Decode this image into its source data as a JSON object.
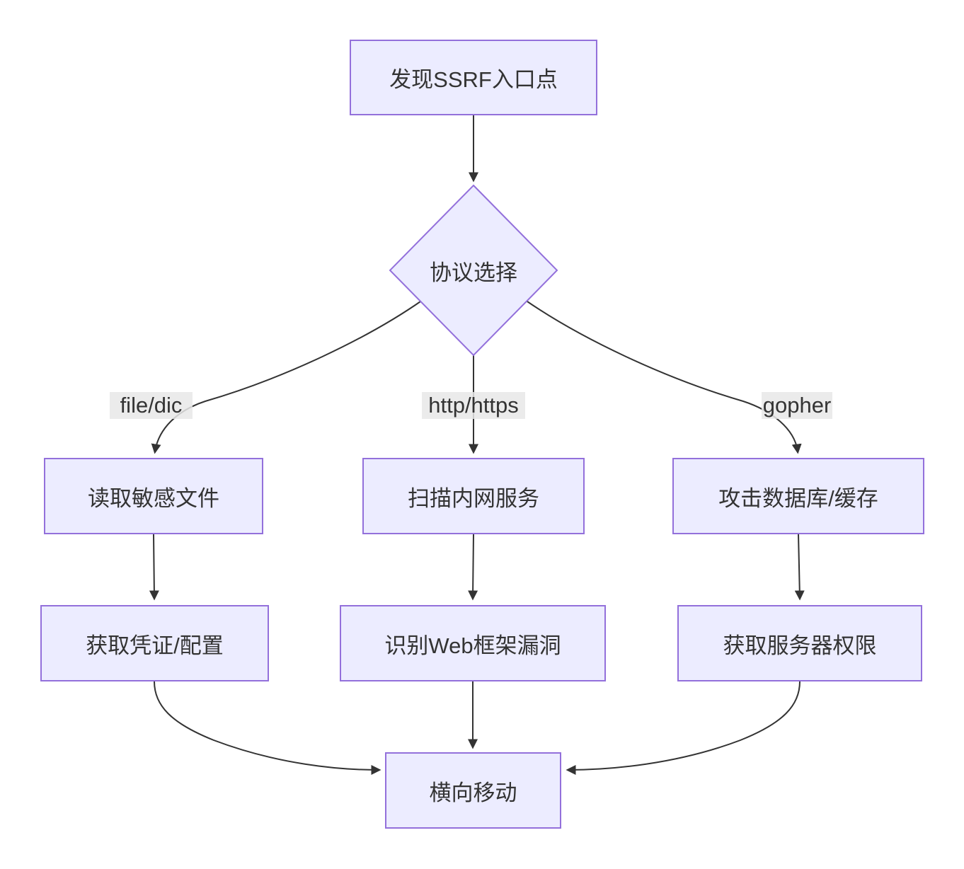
{
  "diagram": {
    "type": "flowchart",
    "direction": "top-down",
    "nodes": {
      "start": {
        "id": "start",
        "label": "发现SSRF入口点",
        "shape": "rect"
      },
      "protocol": {
        "id": "protocol",
        "label": "协议选择",
        "shape": "diamond"
      },
      "read_files": {
        "id": "read_files",
        "label": "读取敏感文件",
        "shape": "rect"
      },
      "scan_intranet": {
        "id": "scan_intranet",
        "label": "扫描内网服务",
        "shape": "rect"
      },
      "attack_db": {
        "id": "attack_db",
        "label": "攻击数据库/缓存",
        "shape": "rect"
      },
      "get_creds": {
        "id": "get_creds",
        "label": "获取凭证/配置",
        "shape": "rect"
      },
      "identify_web": {
        "id": "identify_web",
        "label": "识别Web框架漏洞",
        "shape": "rect"
      },
      "get_server": {
        "id": "get_server",
        "label": "获取服务器权限",
        "shape": "rect"
      },
      "lateral": {
        "id": "lateral",
        "label": "横向移动",
        "shape": "rect"
      }
    },
    "edge_labels": {
      "file_dic": "file/dic",
      "http_https": "http/https",
      "gopher": "gopher"
    },
    "edges": [
      {
        "from": "start",
        "to": "protocol",
        "label": ""
      },
      {
        "from": "protocol",
        "to": "read_files",
        "label": "file/dic"
      },
      {
        "from": "protocol",
        "to": "scan_intranet",
        "label": "http/https"
      },
      {
        "from": "protocol",
        "to": "attack_db",
        "label": "gopher"
      },
      {
        "from": "read_files",
        "to": "get_creds",
        "label": ""
      },
      {
        "from": "scan_intranet",
        "to": "identify_web",
        "label": ""
      },
      {
        "from": "attack_db",
        "to": "get_server",
        "label": ""
      },
      {
        "from": "get_creds",
        "to": "lateral",
        "label": ""
      },
      {
        "from": "identify_web",
        "to": "lateral",
        "label": ""
      },
      {
        "from": "get_server",
        "to": "lateral",
        "label": ""
      }
    ],
    "colors": {
      "node_fill": "#ECECFF",
      "node_border": "#9370DB",
      "edge_stroke": "#333333",
      "text": "#333333",
      "edge_label_bg": "#e8e8e8",
      "background": "#ffffff"
    }
  }
}
